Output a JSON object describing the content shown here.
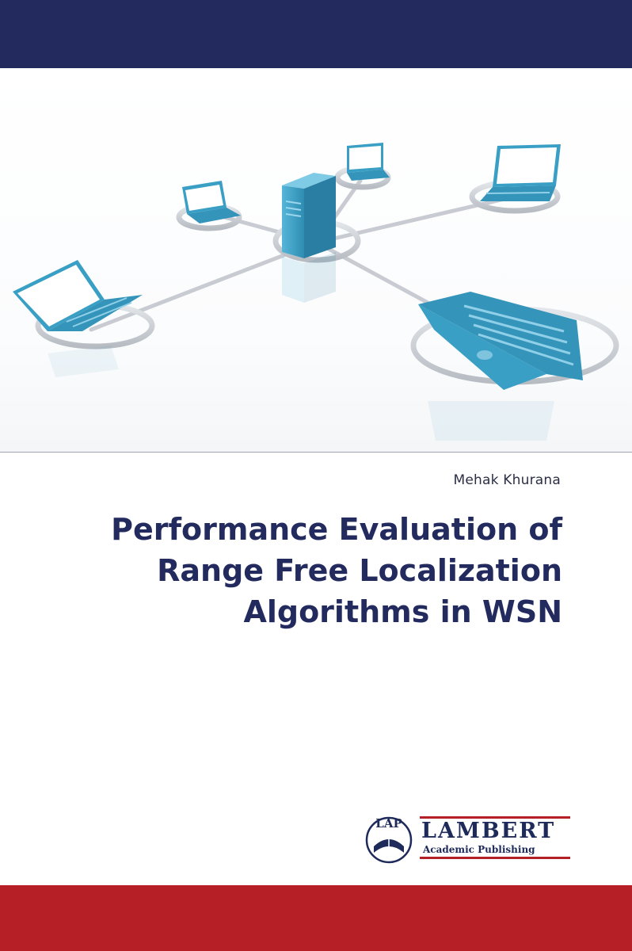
{
  "cover": {
    "author": "Mehak Khurana",
    "title_lines": [
      "Performance Evaluation of",
      "Range Free Localization",
      "Algorithms in WSN"
    ]
  },
  "publisher": {
    "seal_text": "LAP",
    "name": "LAMBERT",
    "subtitle": "Academic Publishing"
  },
  "illustration": {
    "icons": [
      "server-tower-icon",
      "laptop-icon"
    ]
  },
  "colors": {
    "top_band": "#232b5e",
    "bottom_band": "#b71f27",
    "title": "#232b5e",
    "device_blue": "#3a9fc4",
    "publisher_rule": "#b51f26"
  }
}
